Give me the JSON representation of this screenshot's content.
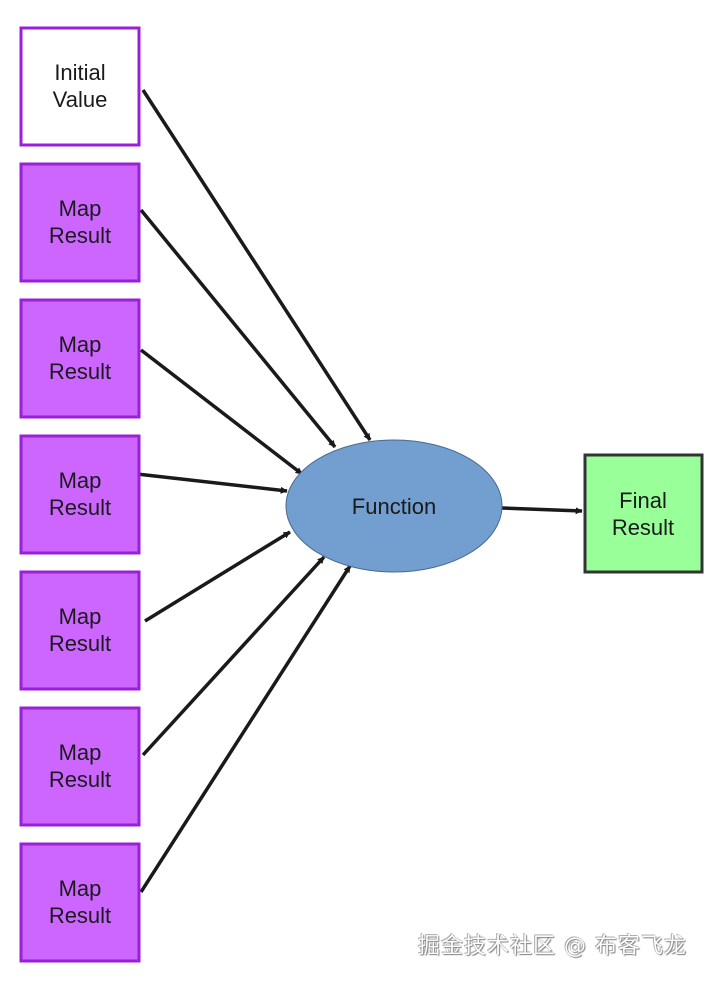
{
  "diagram": {
    "colors": {
      "initial_fill": "#ffffff",
      "map_fill": "#cc66ff",
      "box_border": "#9a1fd6",
      "function_fill": "#729fcf",
      "function_border": "#4a6a8f",
      "final_fill": "#99ff99",
      "final_border": "#333333",
      "arrow": "#1a1a1a"
    },
    "inputs": [
      {
        "line1": "Initial",
        "line2": "Value",
        "kind": "initial"
      },
      {
        "line1": "Map",
        "line2": "Result",
        "kind": "map"
      },
      {
        "line1": "Map",
        "line2": "Result",
        "kind": "map"
      },
      {
        "line1": "Map",
        "line2": "Result",
        "kind": "map"
      },
      {
        "line1": "Map",
        "line2": "Result",
        "kind": "map"
      },
      {
        "line1": "Map",
        "line2": "Result",
        "kind": "map"
      },
      {
        "line1": "Map",
        "line2": "Result",
        "kind": "map"
      }
    ],
    "function_label": "Function",
    "output": {
      "line1": "Final",
      "line2": "Result"
    }
  },
  "watermark": "掘金技术社区 @ 布客飞龙"
}
